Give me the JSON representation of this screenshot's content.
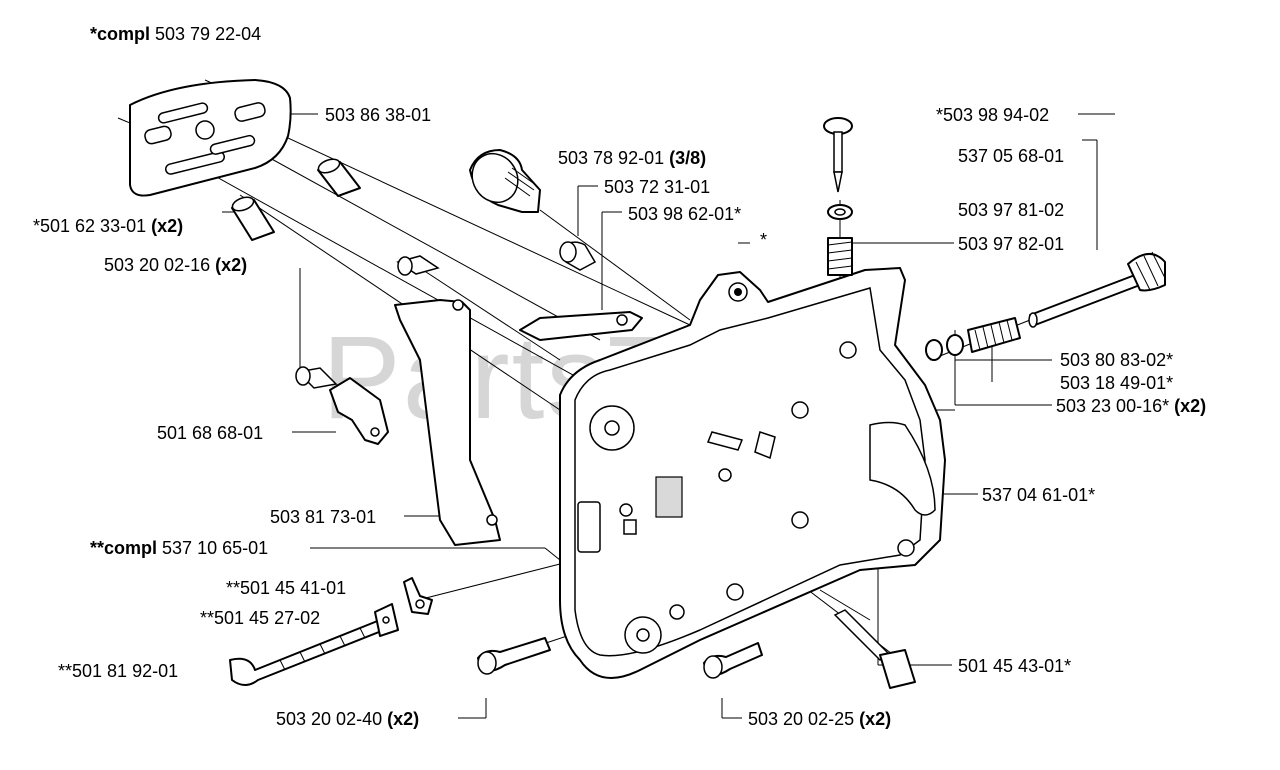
{
  "watermark": "PartsTree",
  "labels": {
    "compl_main": {
      "prefix": "*compl",
      "code": "503 79 22-04"
    },
    "guide_plate": {
      "code": "503 86 38-01"
    },
    "spacer": {
      "code": "*501 62 33-01",
      "qty": "(x2)"
    },
    "screw_2016": {
      "code": "503 20 02-16",
      "qty": "(x2)"
    },
    "chain_catcher": {
      "code": "501 68 68-01"
    },
    "plate": {
      "code": "503 81 73-01"
    },
    "compl_sub": {
      "prefix": "**compl",
      "code": "537 10 65-01"
    },
    "part_4541": {
      "code": "**501 45 41-01"
    },
    "part_4527": {
      "code": "**501 45 27-02"
    },
    "part_8192": {
      "code": "**501 81 92-01"
    },
    "screw_2040": {
      "code": "503 20 02-40",
      "qty": "(x2)"
    },
    "screw_2025": {
      "code": "503 20 02-25",
      "qty": "(x2)"
    },
    "part_4543": {
      "code": "501 45 43-01*"
    },
    "part_0461": {
      "code": "537 04 61-01*"
    },
    "part_2300": {
      "code": "503 23 00-16*",
      "qty": "(x2)"
    },
    "part_1849": {
      "code": "503 18 49-01*"
    },
    "part_8083": {
      "code": "503 80 83-02*"
    },
    "part_9782": {
      "code": "503 97 82-01"
    },
    "part_9781": {
      "code": "503 97 81-02"
    },
    "part_0568": {
      "code": "537 05 68-01"
    },
    "part_9894": {
      "code": "*503 98 94-02"
    },
    "part_9862": {
      "code": "503 98 62-01*"
    },
    "part_7231": {
      "code": "503 72 31-01"
    },
    "part_7892": {
      "code": "503 78 92-01",
      "qty": "(3/8)"
    },
    "star": {
      "code": "*"
    }
  }
}
